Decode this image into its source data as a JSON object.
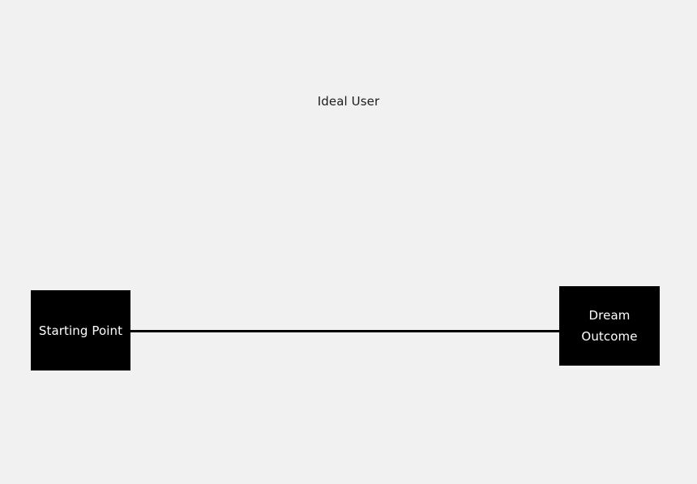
{
  "diagram": {
    "title": "Ideal User",
    "background_color": "#f1f1f1",
    "node_fill_color": "#000000",
    "node_text_color": "#ffffff",
    "connector_color": "#000000",
    "nodes": [
      {
        "id": "starting-point",
        "label": "Starting Point"
      },
      {
        "id": "dream-outcome",
        "label": "Dream\nOutcome"
      }
    ],
    "connectors": [
      {
        "id": "start-to-outcome",
        "from": "starting-point",
        "to": "dream-outcome",
        "style": "straight-line"
      }
    ]
  }
}
